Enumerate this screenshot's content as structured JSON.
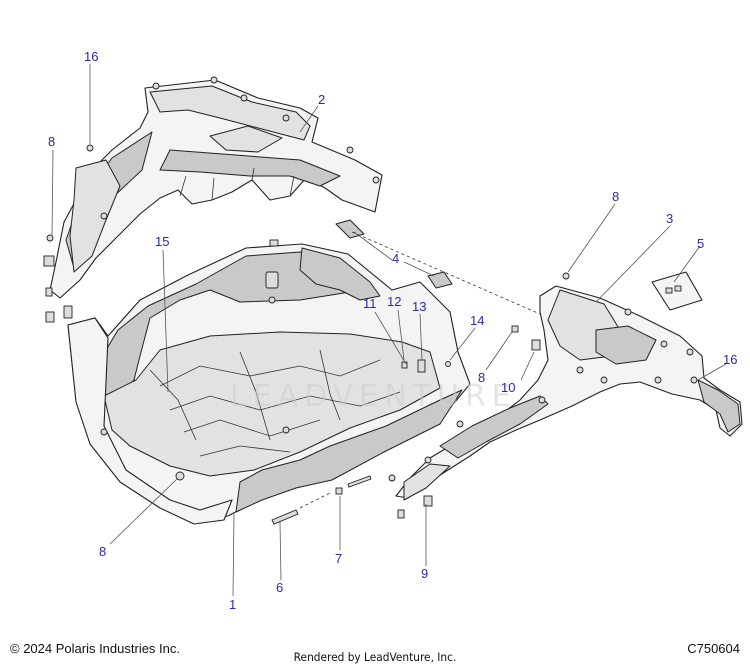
{
  "callouts": [
    {
      "number": "16"
    },
    {
      "number": "2"
    },
    {
      "number": "8"
    },
    {
      "number": "15"
    },
    {
      "number": "4"
    },
    {
      "number": "11"
    },
    {
      "number": "12"
    },
    {
      "number": "13"
    },
    {
      "number": "14"
    },
    {
      "number": "8"
    },
    {
      "number": "3"
    },
    {
      "number": "5"
    },
    {
      "number": "8"
    },
    {
      "number": "10"
    },
    {
      "number": "16"
    },
    {
      "number": "8"
    },
    {
      "number": "7"
    },
    {
      "number": "9"
    },
    {
      "number": "6"
    },
    {
      "number": "1"
    }
  ],
  "watermark": "LEADVENTURE",
  "footer": {
    "copyright": "© 2024 Polaris Industries Inc.",
    "rendered_by": "Rendered by LeadVenture, Inc.",
    "diagram_id": "C750604"
  }
}
